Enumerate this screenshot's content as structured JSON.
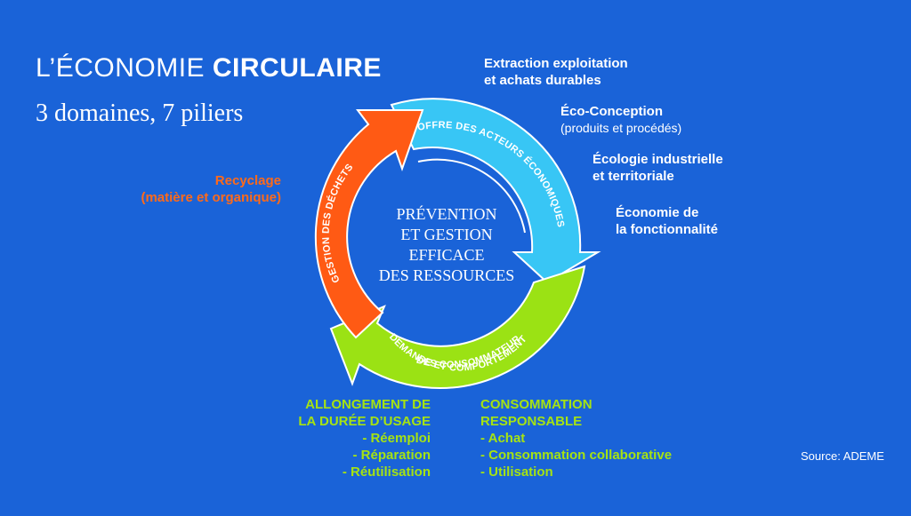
{
  "header": {
    "title_prefix": "L’ÉCONOMIE ",
    "title_bold": "CIRCULAIRE",
    "subtitle": "3 domaines, 7 piliers"
  },
  "center": {
    "lines": [
      "PRÉVENTION",
      "ET GESTION",
      "EFFICACE",
      "DES RESSOURCES"
    ]
  },
  "arcs": {
    "offre": "OFFRE DES ACTEURS ÉCONOMIQUES",
    "demande_line1": "DEMANDE ET COMPORTEMENT",
    "demande_line2": "DES CONSOMMATEURS",
    "dechets": "GESTION DES DÉCHETS"
  },
  "pillars_offre": {
    "extraction_l1": "Extraction exploitation",
    "extraction_l2": "et achats durables",
    "eco_conception": "Éco-Conception",
    "eco_conception_note": "(produits et procédés)",
    "ecologie_l1": "Écologie industrielle",
    "ecologie_l2": "et territoriale",
    "economie_l1": "Économie de",
    "economie_l2": "la fonctionnalité"
  },
  "pillars_dechets": {
    "recyclage": "Recyclage",
    "recyclage_note": "(matière et organique)"
  },
  "pillars_demande": {
    "allongement_l1": "ALLONGEMENT DE",
    "allongement_l2": "LA  DURÉE D’USAGE",
    "allongement_items": [
      "- Réemploi",
      "- Réparation",
      "- Réutilisation"
    ],
    "consommation_l1": "CONSOMMATION",
    "consommation_l2": "RESPONSABLE",
    "consommation_items": [
      "- Achat",
      "- Consommation collaborative",
      "- Utilisation"
    ]
  },
  "source": "Source: ADEME",
  "colors": {
    "background": "#1a63d8",
    "offre": "#38c6f5",
    "demande": "#9be214",
    "dechets": "#ff5a14",
    "orange_text": "#ff6a1a",
    "green_text": "#a6e312"
  }
}
